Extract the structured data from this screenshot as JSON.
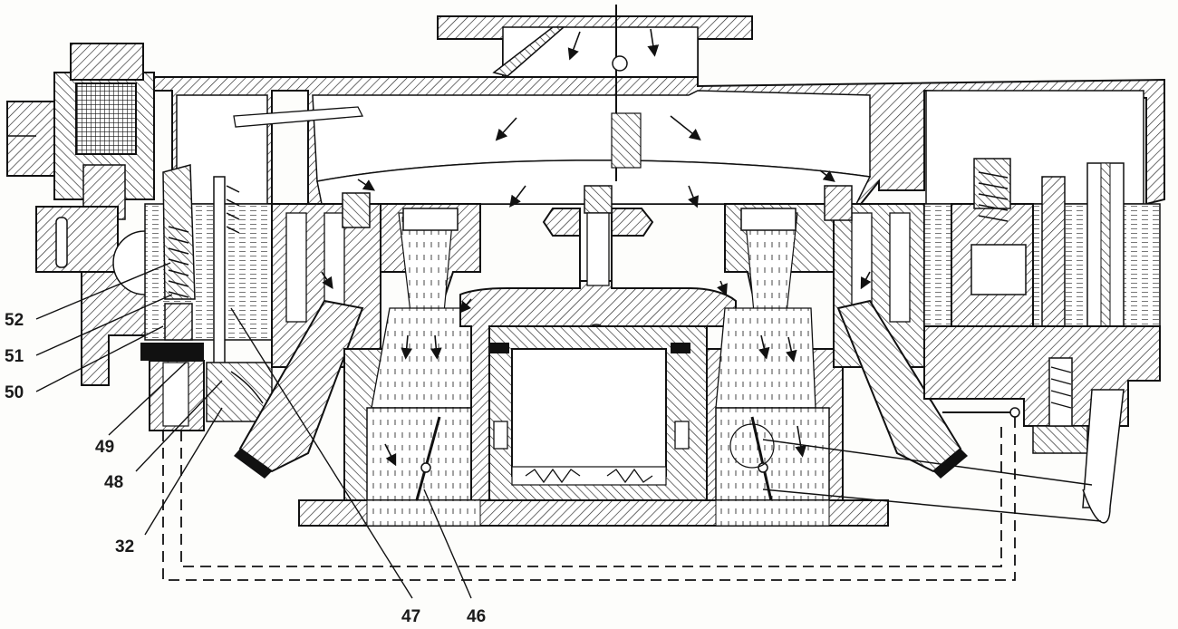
{
  "diagram": {
    "callouts": [
      {
        "id": "52",
        "text": "52"
      },
      {
        "id": "51",
        "text": "51"
      },
      {
        "id": "50",
        "text": "50"
      },
      {
        "id": "49",
        "text": "49"
      },
      {
        "id": "48",
        "text": "48"
      },
      {
        "id": "32",
        "text": "32"
      },
      {
        "id": "47",
        "text": "47"
      },
      {
        "id": "46",
        "text": "46"
      }
    ]
  }
}
